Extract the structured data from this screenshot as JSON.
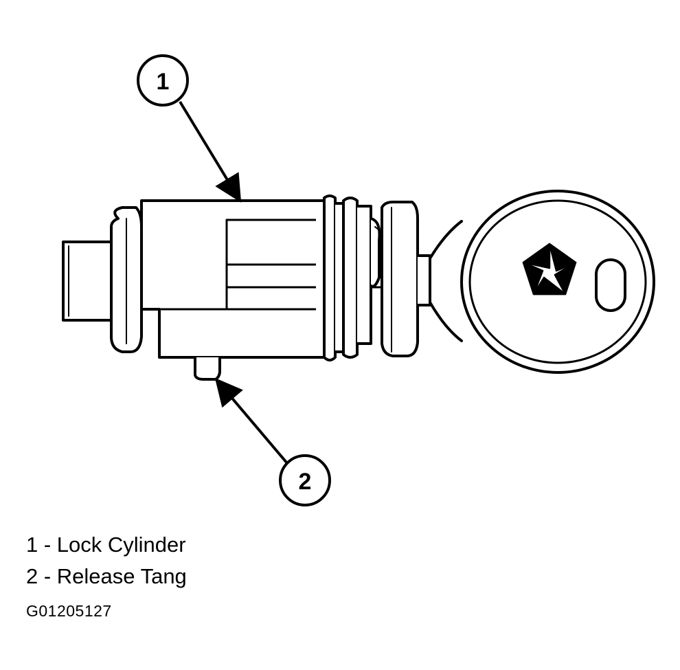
{
  "callouts": [
    {
      "number": "1",
      "target": "Lock Cylinder"
    },
    {
      "number": "2",
      "target": "Release Tang"
    }
  ],
  "legend": [
    {
      "number": "1",
      "text": "1 - Lock Cylinder"
    },
    {
      "number": "2",
      "text": "2 - Release Tang"
    }
  ],
  "figure_id": "G01205127",
  "colors": {
    "line": "#000000",
    "background": "#ffffff"
  }
}
